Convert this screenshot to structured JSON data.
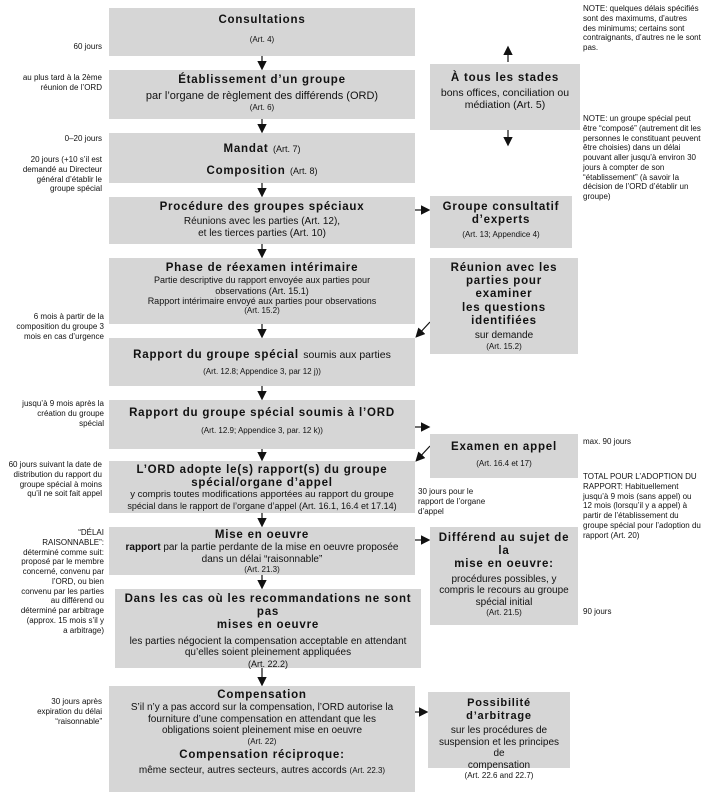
{
  "boxes": {
    "consultations": {
      "title": "Consultations",
      "ref": "(Art. 4)"
    },
    "etablissement": {
      "title": "Établissement d’un groupe",
      "line": "par l’organe de règlement des différends (ORD)",
      "ref": "(Art. 6)"
    },
    "mandat": {
      "title1": "Mandat",
      "ref1": "(Art. 7)",
      "title2": "Composition",
      "ref2": "(Art. 8)"
    },
    "procedure": {
      "title": "Procédure des groupes spéciaux",
      "line1": "Réunions avec les parties (Art. 12),",
      "line2": "et les tierces parties (Art. 10)"
    },
    "reexamen": {
      "title": "Phase de réexamen intérimaire",
      "line1": "Partie descriptive du rapport envoyée aux parties pour",
      "line2": "observations (Art. 15.1)",
      "line3": "Rapport intérimaire envoyé aux parties pour observations",
      "ref": "(Art. 15.2)"
    },
    "rapport1": {
      "title": "Rapport du groupe spécial",
      "tail": "soumis aux parties",
      "ref": "(Art. 12.8; Appendice 3, par 12 j))"
    },
    "rapport2": {
      "title": "Rapport du groupe spécial soumis à l’ORD",
      "ref": "(Art. 12.9; Appendice 3, par. 12 k))"
    },
    "adopte": {
      "title1": "L’ORD adopte le(s) rapport(s) du groupe",
      "title2": "spécial/organe d’appel",
      "line1": "y compris toutes modifications apportées au rapport du groupe",
      "line2": "spécial dans le rapport de l’organe d’appel (Art. 16.1, 16.4 et 17.14)"
    },
    "miseenoeuvre": {
      "title": "Mise en oeuvre",
      "prefix": "rapport",
      "line1": "par la partie perdante de la mise en oeuvre proposée",
      "line2": "dans un délai “raisonnable”",
      "ref": "(Art. 21.3)"
    },
    "dans_les_cas": {
      "title1": "Dans les cas où les recommandations ne sont pas",
      "title2": "mises en oeuvre",
      "line1": "les parties négocient la compensation acceptable en attendant",
      "line2": "qu’elles soient pleinement appliquées",
      "ref": "(Art. 22.2)"
    },
    "compensation": {
      "title": "Compensation",
      "line1": "S’il n’y a pas accord sur la compensation, l’ORD autorise la",
      "line2": "fourniture d’une compensation en attendant que les",
      "line3": "obligations soient pleinement mise en oeuvre",
      "ref": "(Art. 22)",
      "title2": "Compensation réciproque:",
      "line4": "même secteur, autres secteurs, autres accords",
      "ref2": "(Art. 22.3)"
    },
    "tous_stades": {
      "title": "À tous les stades",
      "line1": "bons offices, conciliation ou",
      "line2": "médiation",
      "ref": "(Art. 5)"
    },
    "consultatif": {
      "title1": "Groupe consultatif",
      "title2": "d’experts",
      "ref": "(Art. 13; Appendice 4)"
    },
    "reunion": {
      "title1": "Réunion avec les",
      "title2": "parties pour examiner",
      "title3": "les questions",
      "title4": "identifiées",
      "line": "sur demande",
      "ref": "(Art. 15.2)"
    },
    "examen": {
      "title": "Examen en appel",
      "ref": "(Art. 16.4 et 17)"
    },
    "differend": {
      "title1": "Différend au sujet de la",
      "title2": "mise en oeuvre:",
      "line1": "procédures possibles, y",
      "line2": "compris le recours au groupe",
      "line3": "spécial initial",
      "ref": "(Art. 21.5)"
    },
    "arbitrage": {
      "title": "Possibilité d’arbitrage",
      "line1": "sur les procédures de",
      "line2": "suspension et les principes de",
      "line3": "compensation",
      "ref": "(Art. 22.6 and 22.7)"
    }
  },
  "left_notes": {
    "n1": "60 jours",
    "n2": "au plus tard à la 2ème réunion de l’ORD",
    "n3": "0–20 jours",
    "n4": "20 jours (+10 s’il est demandé au Directeur général d’établir le groupe spécial",
    "n5": "6 mois à partir de la composition du groupe 3 mois en cas d’urgence",
    "n6": "jusqu’à 9 mois après la création du groupe spécial",
    "n7": "60 jours suivant la date de distribution du rapport du groupe spécial à moins qu’il ne soit fait appel",
    "n8": "“DÉLAI RAISONNABLE”: déterminé comme suit: proposé par le membre concerné, convenu par l’ORD, ou bien convenu par les parties au différend ou déterminé par arbitrage (approx. 15 mois s’il y a arbitrage)",
    "n9": "30 jours après expiration du délai “raisonnable”"
  },
  "right_notes": {
    "note1": "NOTE: quelques délais spécifiés sont des maximums, d’autres des minimums; certains sont contraignants, d’autres ne le sont pas.",
    "note2": "NOTE: un groupe spécial peut être “composé” (autrement dit les personnes le constituant peuvent être choisies) dans un délai pouvant aller jusqu’à environ 30 jours à compter de son “établissement” (à savoir la décision de l’ORD d’établir un groupe)",
    "max90": "max. 90 jours",
    "total": "TOTAL POUR L’ADOPTION DU RAPPORT: Habituellement jusqu’à 9 mois (sans appel) ou 12 mois (lorsqu’il y a appel) à partir de l’établissement du groupe spécial pour l’adoption du rapport (Art. 20)",
    "j90": "90 jours"
  },
  "mid_note": "30 jours pour le rapport de l’organe d’appel",
  "colors": {
    "box": "#d6d6d6",
    "arrow": "#111111"
  }
}
